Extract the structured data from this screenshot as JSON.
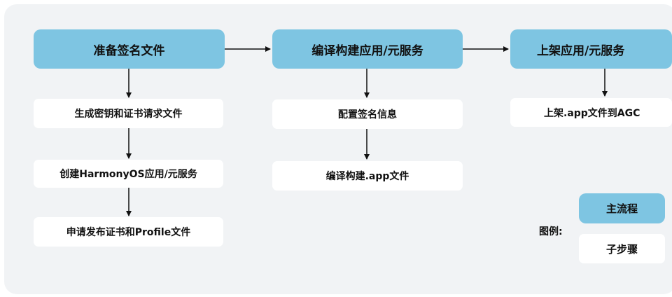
{
  "columns": [
    {
      "main": "准备签名文件",
      "steps": [
        "生成密钥和证书请求文件",
        "创建HarmonyOS应用/元服务",
        "申请发布证书和Profile文件"
      ]
    },
    {
      "main": "编译构建应用/元服务",
      "steps": [
        "配置签名信息",
        "编译构建.app文件"
      ]
    },
    {
      "main": "上架应用/元服务",
      "steps": [
        "上架.app文件到AGC"
      ]
    }
  ],
  "legend": {
    "title": "图例:",
    "main": "主流程",
    "sub": "子步骤"
  },
  "colors": {
    "main": "#7ec5e2",
    "sub": "#ffffff",
    "background": "#f1f3f5",
    "arrow": "#111111"
  }
}
